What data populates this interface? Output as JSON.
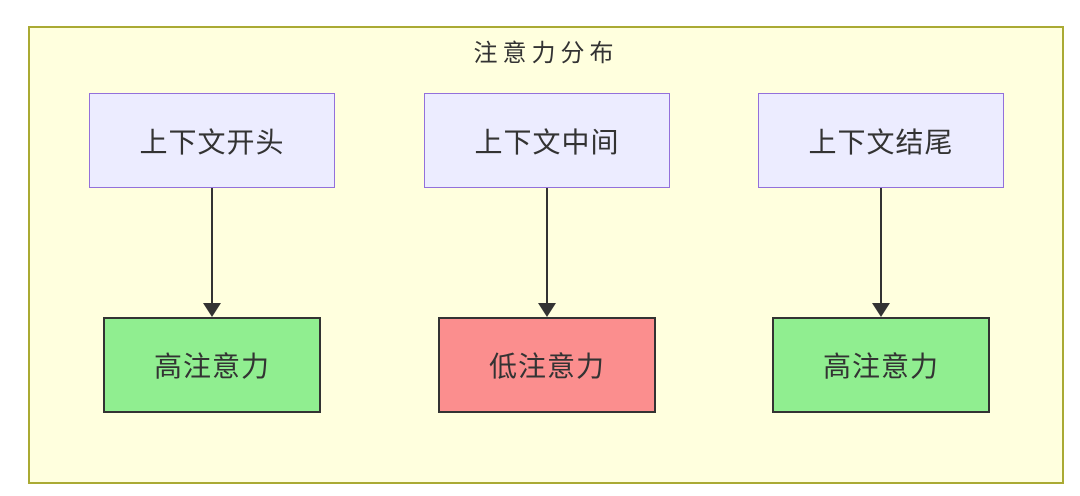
{
  "diagram": {
    "type": "flowchart",
    "title": "注意力分布",
    "columns": [
      {
        "position": "start",
        "source_label": "上下文开头",
        "result_label": "高注意力",
        "attention_level": "high"
      },
      {
        "position": "middle",
        "source_label": "上下文中间",
        "result_label": "低注意力",
        "attention_level": "low"
      },
      {
        "position": "end",
        "source_label": "上下文结尾",
        "result_label": "高注意力",
        "attention_level": "high"
      }
    ],
    "colors": {
      "canvas_bg": "#FFFFFF",
      "cluster_bg": "#FFFFDE",
      "cluster_border": "#AAAA33",
      "source_node_bg": "#ECECFF",
      "source_node_border": "#9370DB",
      "high_attention_bg": "#90EE90",
      "low_attention_bg": "#FB8E8E",
      "result_node_border": "#333333",
      "arrow": "#333333",
      "text": "#333333"
    }
  }
}
